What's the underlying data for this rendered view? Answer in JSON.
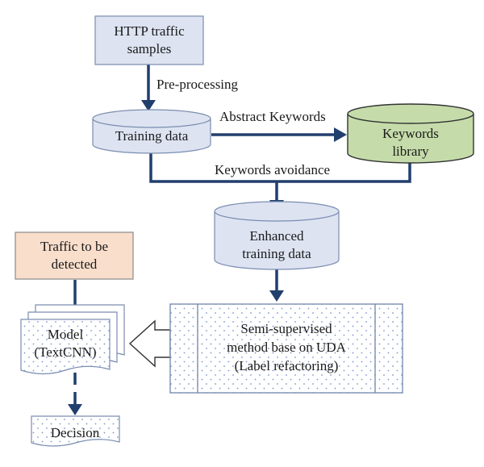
{
  "nodes": {
    "http_samples": [
      "HTTP traffic",
      "samples"
    ],
    "training_data": "Training data",
    "keywords_library": [
      "Keywords",
      "library"
    ],
    "enhanced_data": [
      "Enhanced",
      "training data"
    ],
    "traffic_detected": [
      "Traffic to be",
      "detected"
    ],
    "model": [
      "Model",
      "(TextCNN)"
    ],
    "semi_supervised": [
      "Semi-supervised",
      "method base on UDA",
      "(Label refactoring)"
    ],
    "decision": "Decision"
  },
  "edges": {
    "preprocessing": "Pre-processing",
    "abstract_keywords": "Abstract Keywords",
    "keywords_avoidance": "Keywords avoidance"
  },
  "colors": {
    "blue_fill": "#dde3f1",
    "green_fill": "#c5dcaa",
    "peach_fill": "#f8decb",
    "arrow": "#213f6d",
    "border": "#7a8db0",
    "dot": "#7d98c8"
  }
}
